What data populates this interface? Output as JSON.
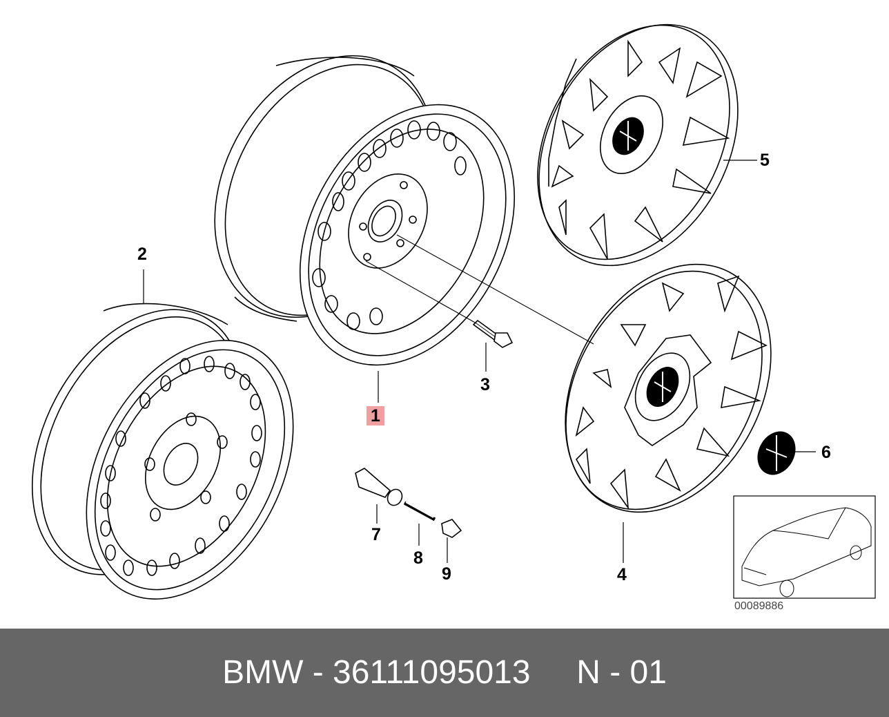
{
  "callouts": {
    "c1": "1",
    "c2": "2",
    "c3": "3",
    "c4": "4",
    "c5": "5",
    "c6": "6",
    "c7": "7",
    "c8": "8",
    "c9": "9"
  },
  "highlight_color": "#f0a0a0",
  "reference_code": "00089886",
  "footer": {
    "text": "BMW - 36111095013     N - 01",
    "background": "#666666"
  }
}
